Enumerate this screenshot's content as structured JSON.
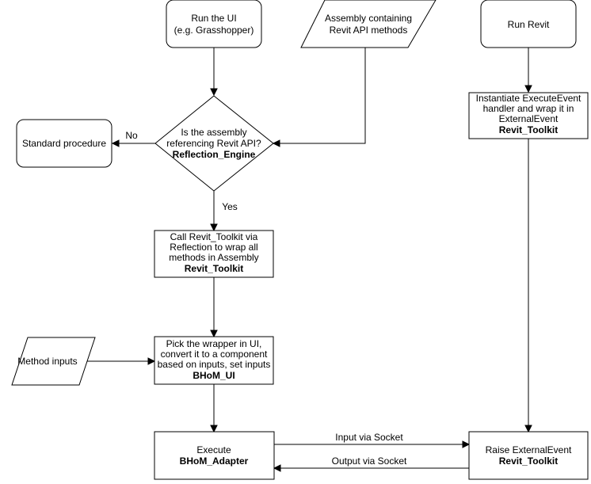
{
  "nodes": {
    "run_ui": {
      "lines": [
        "Run the UI",
        "(e.g. Grasshopper)"
      ]
    },
    "assembly": {
      "lines": [
        "Assembly containing",
        "Revit API methods"
      ]
    },
    "run_revit": {
      "lines": [
        "Run Revit"
      ]
    },
    "decision": {
      "lines": [
        "Is the assembly",
        "referencing Revit API?"
      ],
      "bold": "Reflection_Engine"
    },
    "standard": {
      "lines": [
        "Standard procedure"
      ]
    },
    "instantiate": {
      "lines": [
        "Instantiate ExecuteEvent",
        "handler and wrap it in",
        "ExternalEvent"
      ],
      "bold": "Revit_Toolkit"
    },
    "call_toolkit": {
      "lines": [
        "Call Revit_Toolkit via",
        "Reflection to wrap all",
        "methods in Assembly"
      ],
      "bold": "Revit_Toolkit"
    },
    "method_inputs": {
      "lines": [
        "Method inputs"
      ]
    },
    "pick_wrapper": {
      "lines": [
        "Pick the wrapper in UI,",
        "convert it to a component",
        "based on inputs, set inputs"
      ],
      "bold": "BHoM_UI"
    },
    "execute": {
      "lines": [
        "Execute"
      ],
      "bold": "BHoM_Adapter"
    },
    "raise_event": {
      "lines": [
        "Raise ExternalEvent"
      ],
      "bold": "Revit_Toolkit"
    }
  },
  "edge_labels": {
    "no": "No",
    "yes": "Yes",
    "input_socket": "Input via Socket",
    "output_socket": "Output via Socket"
  },
  "colors": {
    "stroke": "#000000",
    "fill": "#ffffff"
  }
}
